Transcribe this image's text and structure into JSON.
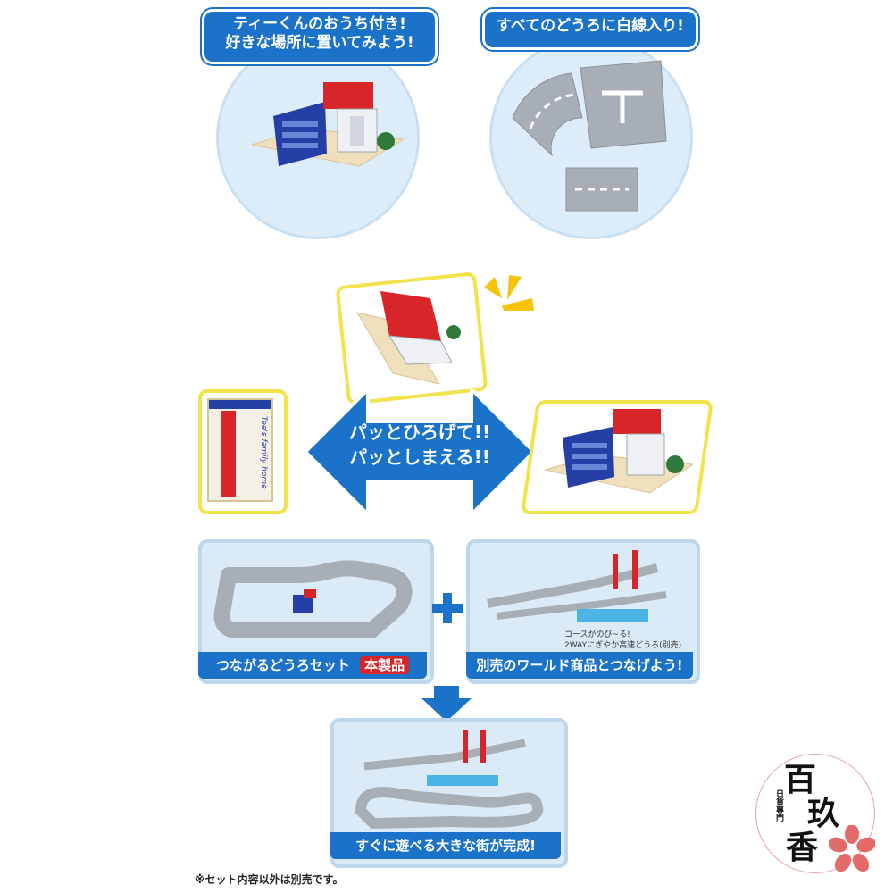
{
  "top_left": {
    "line1": "ティーくんのおうち付き!",
    "line2": "好きな場所に置いてみよう!"
  },
  "top_right": {
    "line1": "すべてのどうろに白線入り!"
  },
  "arrow": {
    "line1": "パッとひろげて!!",
    "line2": "パッとしまえる!!"
  },
  "box_label": "Tee's family home",
  "panel_left": {
    "caption": "つながるどうろセット",
    "badge": "本製品"
  },
  "panel_right": {
    "note1": "コースがのび~る!",
    "note2": "2WAYにぎやか高速どうろ(別売)",
    "caption": "別売のワールド商品とつなげよう!"
  },
  "panel_bottom": {
    "caption": "すぐに遊べる大きな街が完成!"
  },
  "footnote": "※セット内容以外は別売です。",
  "colors": {
    "brand_blue": "#1a73c8",
    "light_blue": "#dbeaf7",
    "frame_yellow": "#f2e24b",
    "road_gray": "#a8aeb6",
    "house_red": "#d8252a"
  }
}
